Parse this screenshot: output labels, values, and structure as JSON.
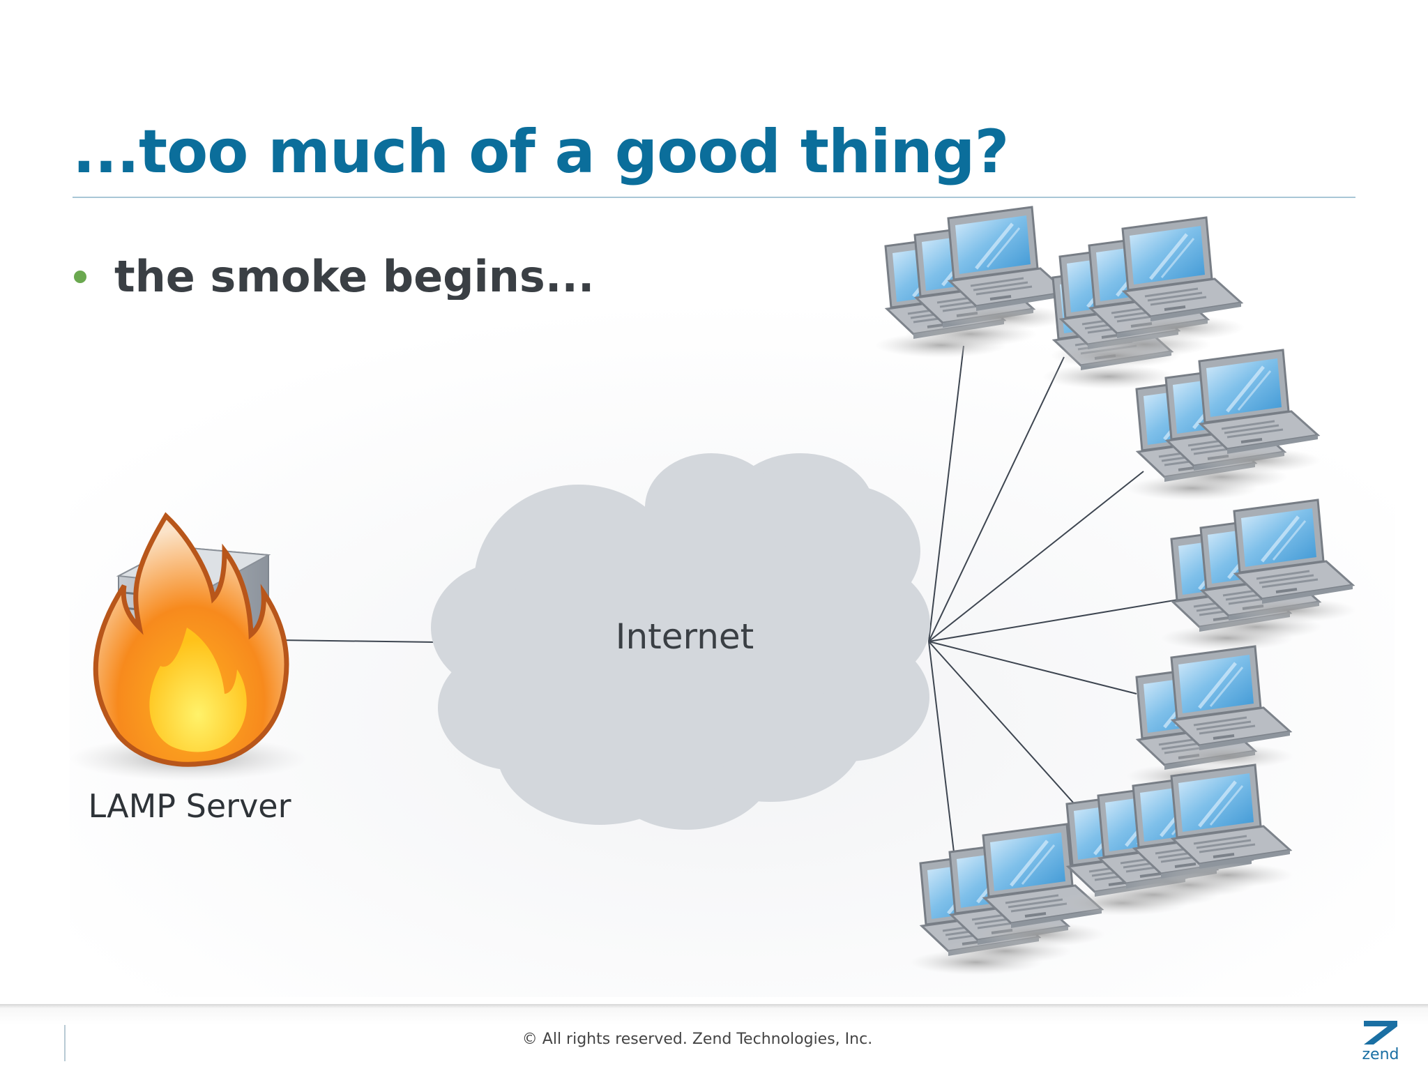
{
  "slide": {
    "title": "...too much of a good thing?",
    "bullet": "the smoke begins..."
  },
  "diagram": {
    "server_label": "LAMP Server",
    "cloud_label": "Internet",
    "icons": {
      "server": "server-icon",
      "fire": "fire-icon",
      "cloud": "cloud-icon",
      "laptop": "laptop-icon"
    }
  },
  "footer": {
    "copyright": "© All rights reserved. Zend Technologies, Inc.",
    "logo_text": "zend"
  },
  "colors": {
    "title": "#0b6e9b",
    "bullet": "#6aa84f",
    "cloud": "#d3d7dc",
    "flame_outline": "#b8561a",
    "logo": "#1a6fa3"
  }
}
